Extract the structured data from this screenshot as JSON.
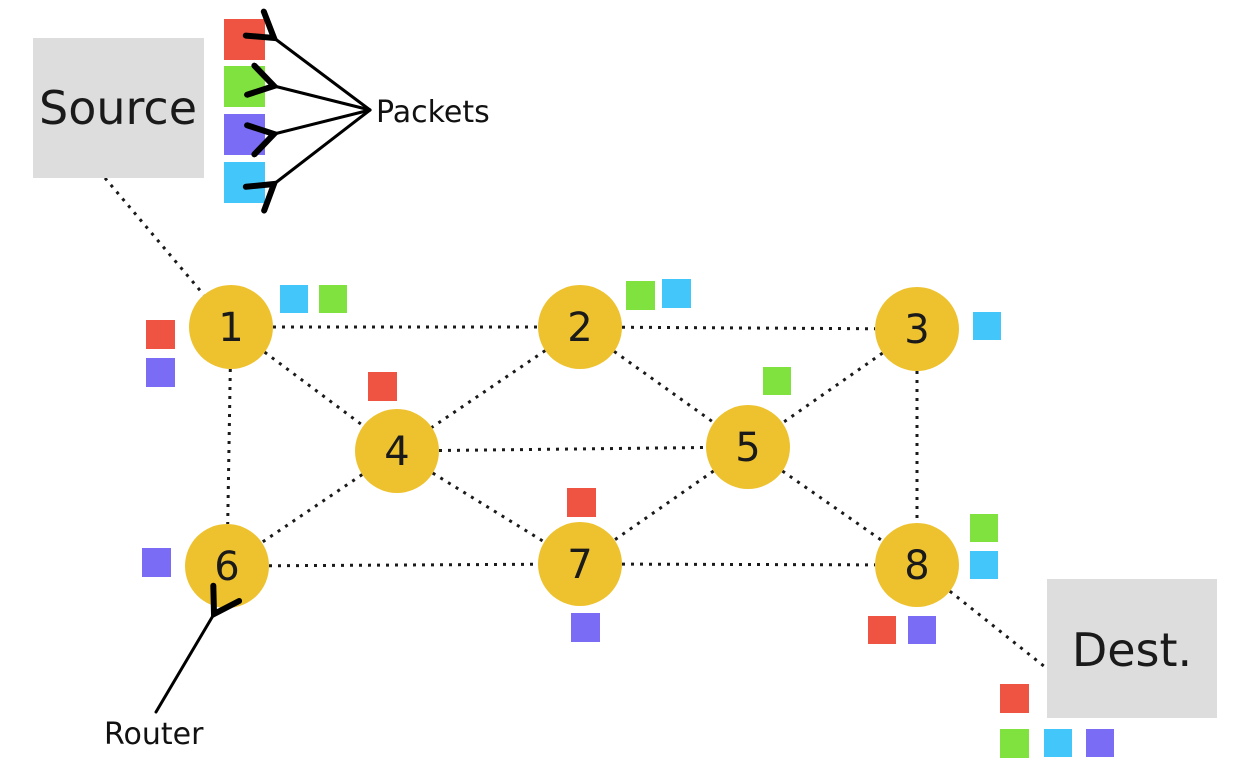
{
  "colors": {
    "red": "#ef5442",
    "green": "#7fe23f",
    "purple": "#7b6cf5",
    "blue": "#43c6fa",
    "router": "#eec22f",
    "box": "#dddddd"
  },
  "boxes": {
    "source": {
      "label": "Source"
    },
    "dest": {
      "label": "Dest."
    }
  },
  "routers": [
    {
      "id": "1",
      "label": "1"
    },
    {
      "id": "2",
      "label": "2"
    },
    {
      "id": "3",
      "label": "3"
    },
    {
      "id": "4",
      "label": "4"
    },
    {
      "id": "5",
      "label": "5"
    },
    {
      "id": "6",
      "label": "6"
    },
    {
      "id": "7",
      "label": "7"
    },
    {
      "id": "8",
      "label": "8"
    }
  ],
  "links": [
    [
      "1",
      "2"
    ],
    [
      "2",
      "3"
    ],
    [
      "1",
      "6"
    ],
    [
      "1",
      "4"
    ],
    [
      "2",
      "4"
    ],
    [
      "2",
      "5"
    ],
    [
      "3",
      "5"
    ],
    [
      "3",
      "8"
    ],
    [
      "4",
      "5"
    ],
    [
      "4",
      "6"
    ],
    [
      "4",
      "7"
    ],
    [
      "5",
      "7"
    ],
    [
      "5",
      "8"
    ],
    [
      "6",
      "7"
    ],
    [
      "7",
      "8"
    ],
    [
      "source",
      "1"
    ],
    [
      "8",
      "dest"
    ]
  ],
  "annotations": {
    "packets": "Packets",
    "router": "Router"
  }
}
